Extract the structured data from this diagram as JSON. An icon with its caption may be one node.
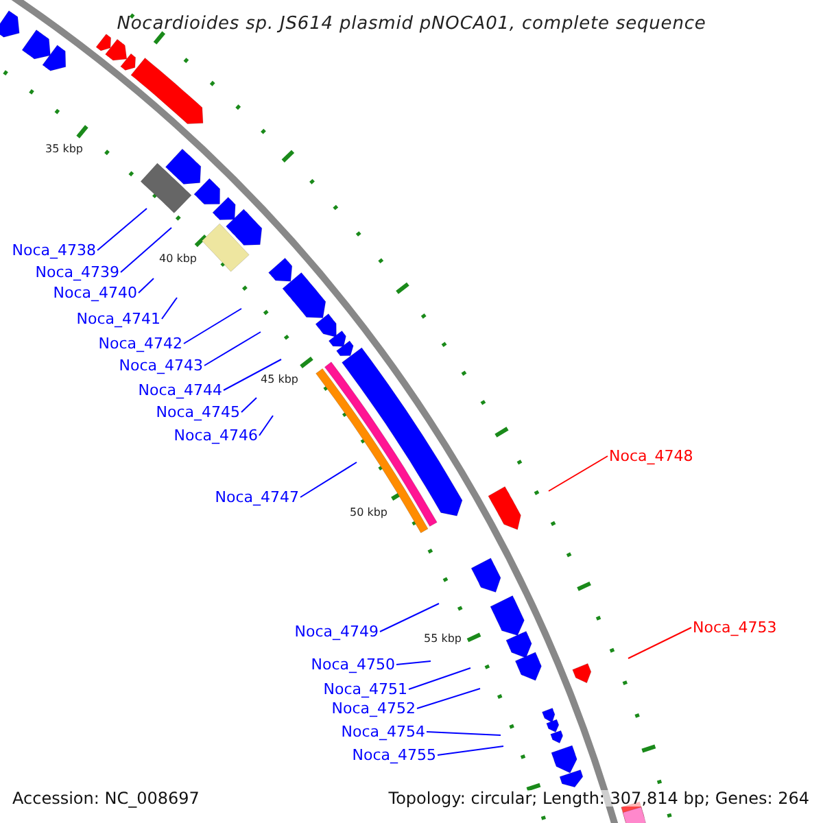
{
  "diagram": {
    "title": "Nocardioides sp. JS614 plasmid pNOCA01, complete sequence",
    "nodes": [
      {
        "text": [
          "Noca_4738"
        ]
      },
      {
        "text": [
          "Noca_4739"
        ]
      },
      {
        "text": [
          "Noca_4740"
        ]
      },
      {
        "text": [
          "Noca_4741"
        ]
      },
      {
        "text": [
          "Noca_4742"
        ]
      },
      {
        "text": [
          "Noca_4743"
        ]
      },
      {
        "text": [
          "Noca_4744"
        ]
      },
      {
        "text": [
          "Noca_4745"
        ]
      },
      {
        "text": [
          "Noca_4746"
        ]
      },
      {
        "text": [
          "Noca_4747"
        ]
      },
      {
        "text": [
          "Noca_4748"
        ]
      },
      {
        "text": [
          "Noca_4749"
        ]
      },
      {
        "text": [
          "Noca_4750"
        ]
      },
      {
        "text": [
          "Noca_4751"
        ]
      },
      {
        "text": [
          "Noca_4752"
        ]
      },
      {
        "text": [
          "Noca_4753"
        ]
      },
      {
        "text": [
          "Noca_4754"
        ]
      },
      {
        "text": [
          "Noca_4755"
        ]
      }
    ],
    "edges": [
      {
        "from": 0,
        "to": null,
        "arrow": "none"
      },
      {
        "from": 1,
        "to": null,
        "arrow": "none"
      },
      {
        "from": 2,
        "to": null,
        "arrow": "none"
      },
      {
        "from": 3,
        "to": null,
        "arrow": "none"
      },
      {
        "from": 4,
        "to": null,
        "arrow": "none"
      },
      {
        "from": 5,
        "to": null,
        "arrow": "none"
      },
      {
        "from": 6,
        "to": null,
        "arrow": "none"
      },
      {
        "from": 7,
        "to": null,
        "arrow": "none"
      },
      {
        "from": 8,
        "to": null,
        "arrow": "none"
      },
      {
        "from": 9,
        "to": null,
        "arrow": "none"
      },
      {
        "from": 10,
        "to": null,
        "arrow": "none",
        "color": "#ff0000"
      },
      {
        "from": 11,
        "to": null,
        "arrow": "none"
      },
      {
        "from": 12,
        "to": null,
        "arrow": "none"
      },
      {
        "from": 13,
        "to": null,
        "arrow": "none"
      },
      {
        "from": 14,
        "to": null,
        "arrow": "none"
      },
      {
        "from": 15,
        "to": null,
        "arrow": "none",
        "color": "#ff0000"
      },
      {
        "from": 16,
        "to": null,
        "arrow": "none"
      },
      {
        "from": 17,
        "to": null,
        "arrow": "none"
      }
    ],
    "labels": [
      "35 kbp",
      "40 kbp",
      "45 kbp",
      "50 kbp",
      "55 kbp",
      "Accession: NC_008697",
      "Topology: circular; Length: 307,814 bp; Genes: 264"
    ]
  }
}
